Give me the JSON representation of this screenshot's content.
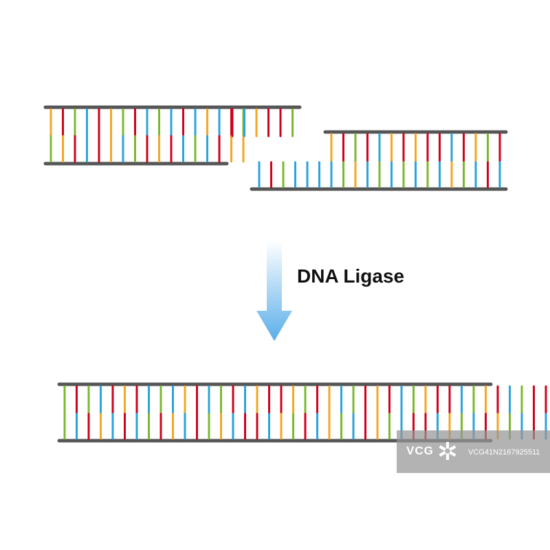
{
  "process_label": "DNA Ligase",
  "watermark": {
    "logo": "VCG",
    "icon": "pinwheel-icon",
    "id": "VCG41N2167925511"
  },
  "colors": {
    "backbone": "#555555",
    "base_orange": "#F5A623",
    "base_red": "#D0021B",
    "base_green": "#7CB82F",
    "base_blue": "#2BA3DB",
    "arrow_top": "#ffffff",
    "arrow_bottom": "#5AAEEA"
  },
  "fragments": {
    "left_paired_top": [
      "orange",
      "red",
      "green",
      "blue",
      "red",
      "orange",
      "green",
      "red",
      "blue",
      "green",
      "blue",
      "red",
      "blue",
      "orange",
      "blue",
      "red",
      "green"
    ],
    "left_paired_bottom": [
      "green",
      "orange",
      "red",
      "blue",
      "red",
      "orange",
      "blue",
      "green",
      "red",
      "orange",
      "red",
      "blue",
      "green",
      "blue",
      "red",
      "orange",
      "orange"
    ],
    "left_overhang_top": [
      "red",
      "blue",
      "orange",
      "red",
      "red",
      "green"
    ],
    "right_overhang_bottom": [
      "blue",
      "red",
      "green",
      "blue",
      "blue",
      "blue",
      "orange",
      "green"
    ],
    "right_paired_top": [
      "orange",
      "red",
      "green",
      "red",
      "blue",
      "orange",
      "red",
      "orange",
      "red",
      "red",
      "blue",
      "red",
      "orange",
      "green",
      "red"
    ],
    "right_paired_bottom": [
      "blue",
      "green",
      "orange",
      "blue",
      "green",
      "blue",
      "green",
      "blue",
      "green",
      "blue",
      "orange",
      "green",
      "blue",
      "red",
      "blue"
    ]
  },
  "joined": {
    "top": [
      "green",
      "red",
      "green",
      "blue",
      "red",
      "orange",
      "red",
      "blue",
      "green",
      "blue",
      "orange",
      "red",
      "blue",
      "green",
      "red",
      "blue",
      "orange",
      "red",
      "red",
      "orange",
      "green",
      "red",
      "orange",
      "blue",
      "green",
      "red",
      "orange",
      "red",
      "blue",
      "green",
      "orange",
      "red",
      "red",
      "blue",
      "green",
      "orange",
      "red",
      "blue",
      "green",
      "red",
      "red",
      "green",
      "blue",
      "orange",
      "red",
      "red",
      "green",
      "orange",
      "green",
      "red",
      "red",
      "blue"
    ],
    "bottom": [
      "green",
      "blue",
      "red",
      "orange",
      "blue",
      "red",
      "blue",
      "green",
      "red",
      "orange",
      "blue",
      "red",
      "green",
      "orange",
      "blue",
      "red",
      "red",
      "blue",
      "orange",
      "green",
      "red",
      "blue",
      "orange",
      "green",
      "blue",
      "red",
      "orange",
      "green",
      "blue",
      "red",
      "red",
      "blue",
      "orange",
      "green",
      "blue",
      "red",
      "orange",
      "green",
      "blue",
      "red",
      "blue",
      "orange",
      "green",
      "red",
      "blue",
      "orange",
      "green",
      "red",
      "blue",
      "orange",
      "green",
      "orange"
    ]
  }
}
